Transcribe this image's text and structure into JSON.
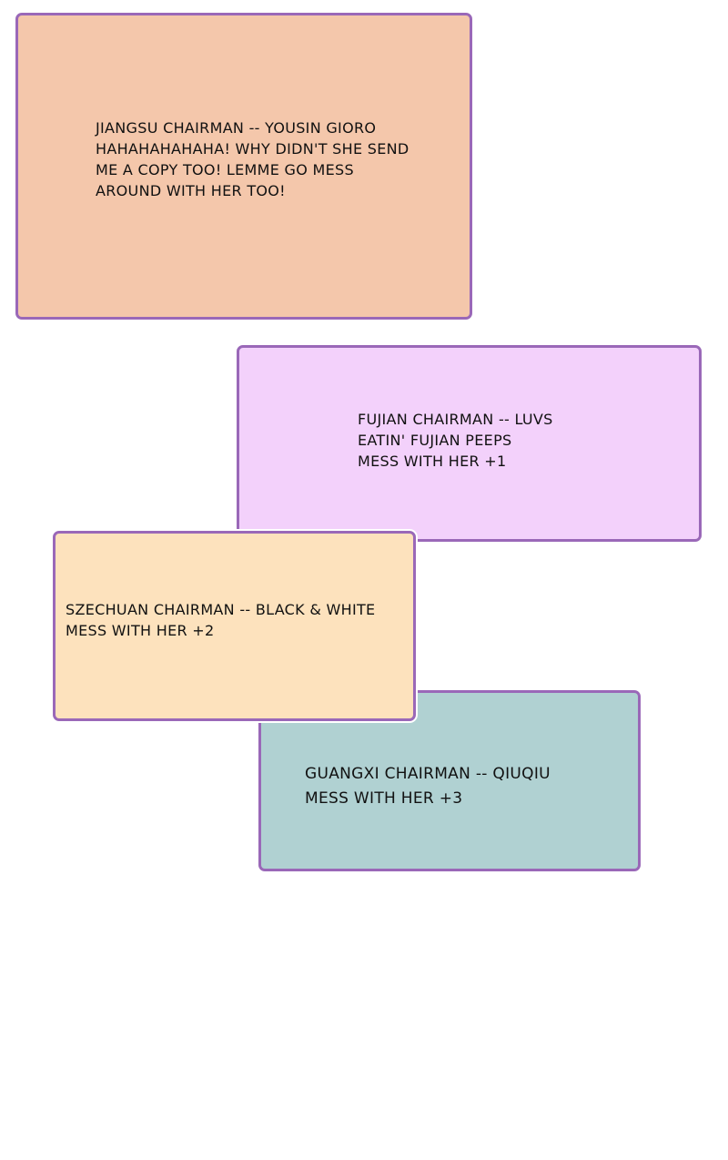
{
  "panels": [
    {
      "lines": [
        "JIANGSU CHAIRMAN -- YOUSIN GIORO",
        "HAHAHAHAHAHA! WHY DIDN'T SHE SEND",
        "ME A COPY TOO! LEMME GO MESS",
        "AROUND WITH HER TOO!"
      ],
      "background": "#f4c7ab"
    },
    {
      "lines": [
        "FUJIAN CHAIRMAN -- LUVS",
        "EATIN' FUJIAN PEEPS",
        "MESS WITH HER +1"
      ],
      "background": "#f3d1fb"
    },
    {
      "lines": [
        "SZECHUAN CHAIRMAN -- BLACK & WHITE",
        "MESS WITH HER +2"
      ],
      "background": "#fde2bd"
    },
    {
      "lines": [
        "GUANGXI CHAIRMAN -- QIUQIU",
        "MESS WITH HER +3"
      ],
      "background": "#b0d1d2"
    }
  ],
  "colors": {
    "border": "#9a68b8",
    "page_background": "#ffffff",
    "text": "#111111"
  }
}
